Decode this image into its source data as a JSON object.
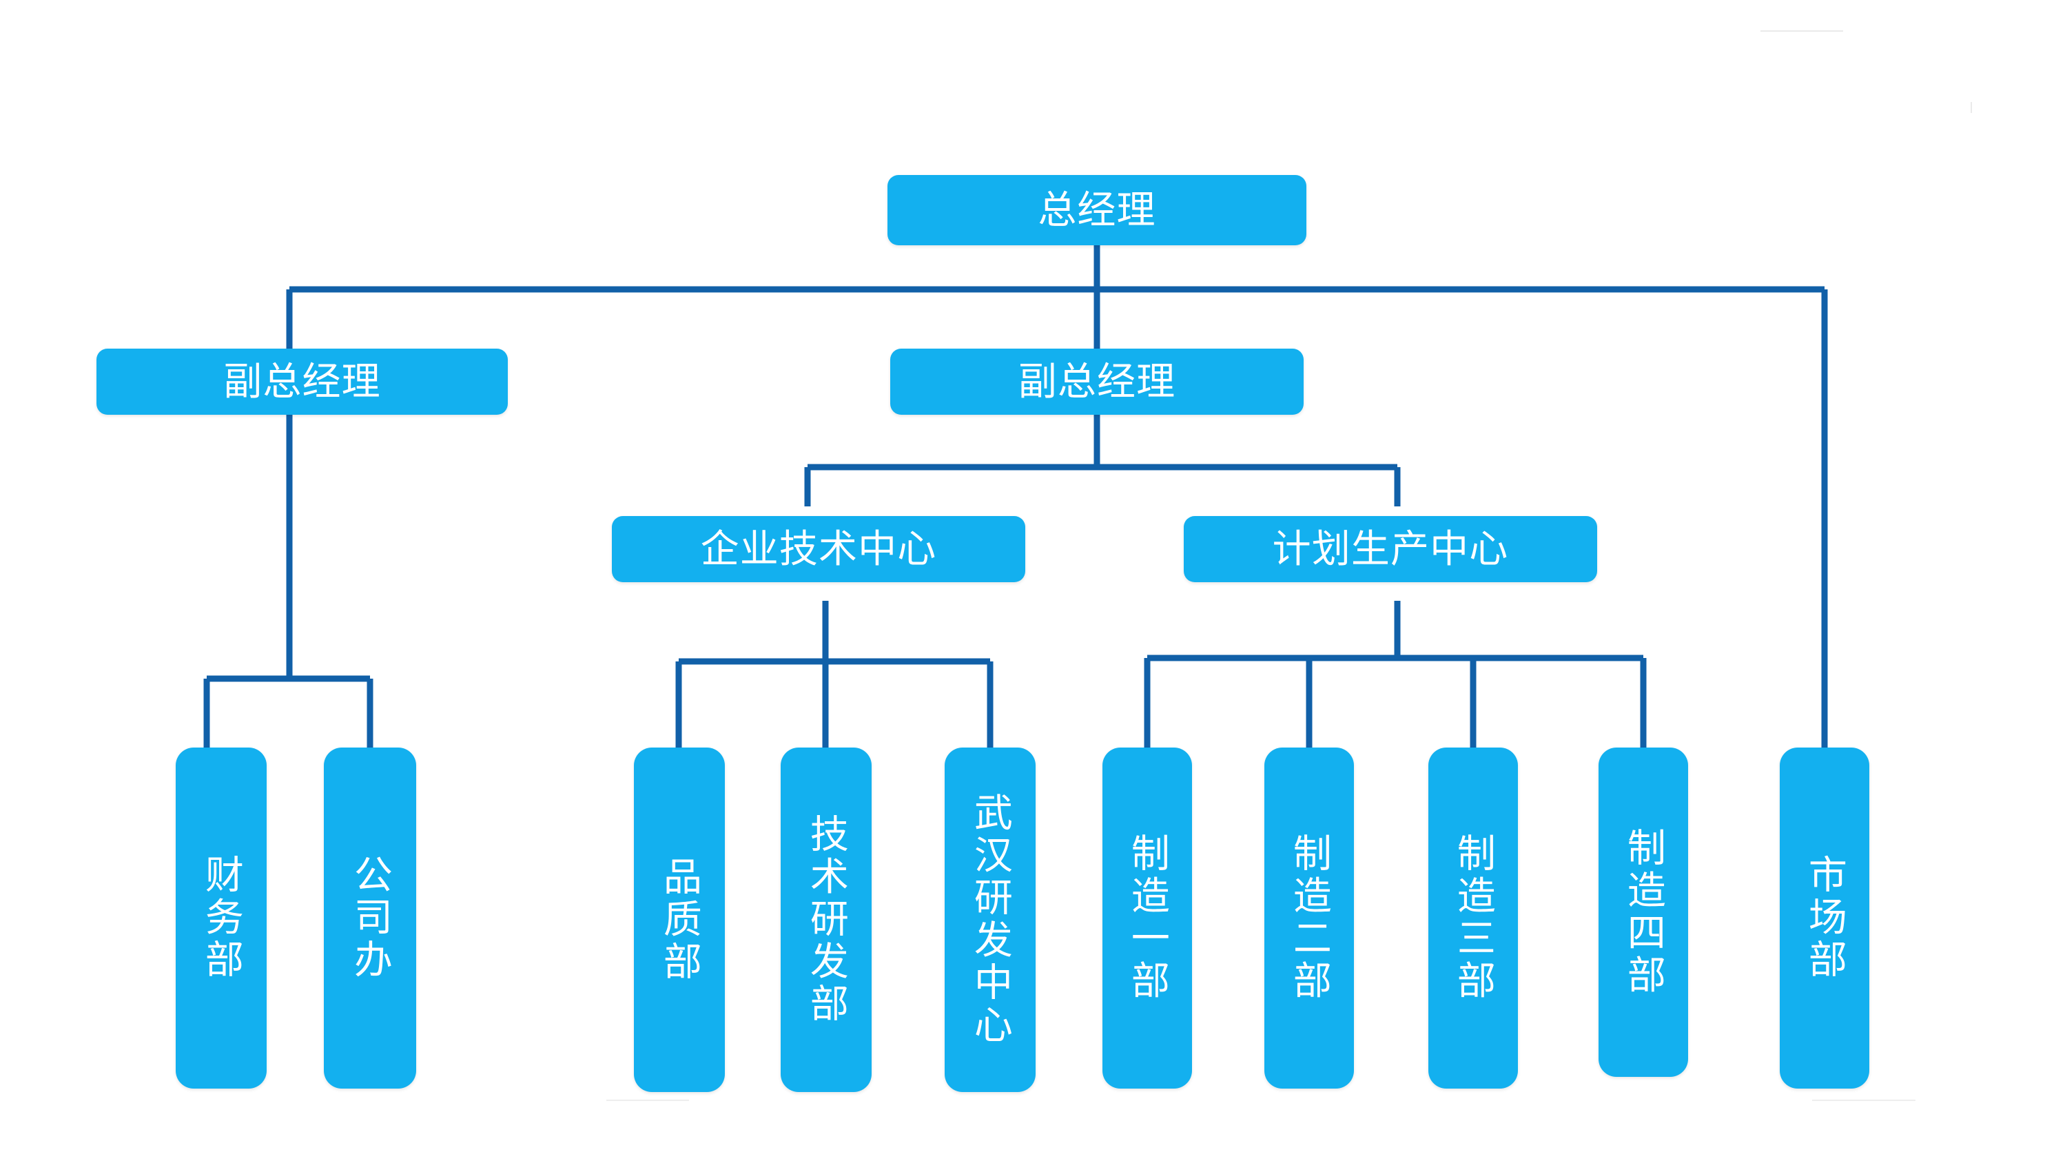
{
  "diagram": {
    "type": "organization-chart",
    "title": "",
    "colors": {
      "node_fill": "#13b0ef",
      "node_text": "#ffffff",
      "connector": "#1160a8",
      "background": "#ffffff"
    },
    "levels": [
      {
        "level": 1,
        "nodes": [
          {
            "id": "gm",
            "label": "总经理",
            "orientation": "horizontal"
          }
        ]
      },
      {
        "level": 2,
        "nodes": [
          {
            "id": "dgm_left",
            "label": "副总经理",
            "orientation": "horizontal"
          },
          {
            "id": "dgm_center",
            "label": "副总经理",
            "orientation": "horizontal"
          }
        ]
      },
      {
        "level": 3,
        "nodes": [
          {
            "id": "tech_center",
            "label": "企业技术中心",
            "orientation": "horizontal"
          },
          {
            "id": "prod_center",
            "label": "计划生产中心",
            "orientation": "horizontal"
          }
        ]
      },
      {
        "level": 4,
        "nodes": [
          {
            "id": "finance",
            "label": "财务部",
            "orientation": "vertical"
          },
          {
            "id": "company_office",
            "label": "公司办",
            "orientation": "vertical"
          },
          {
            "id": "quality",
            "label": "品质部",
            "orientation": "vertical"
          },
          {
            "id": "tech_rd",
            "label": "技术研发部",
            "orientation": "vertical"
          },
          {
            "id": "wuhan_rd",
            "label": "武汉研发中心",
            "orientation": "vertical"
          },
          {
            "id": "mfg1",
            "label": "制造一部",
            "orientation": "vertical"
          },
          {
            "id": "mfg2",
            "label": "制造二部",
            "orientation": "vertical"
          },
          {
            "id": "mfg3",
            "label": "制造三部",
            "orientation": "vertical"
          },
          {
            "id": "mfg4",
            "label": "制造四部",
            "orientation": "vertical"
          },
          {
            "id": "market",
            "label": "市场部",
            "orientation": "vertical"
          }
        ]
      }
    ],
    "edges": [
      {
        "from": "gm",
        "to": "dgm_left"
      },
      {
        "from": "gm",
        "to": "dgm_center"
      },
      {
        "from": "gm",
        "to": "market"
      },
      {
        "from": "dgm_left",
        "to": "finance"
      },
      {
        "from": "dgm_left",
        "to": "company_office"
      },
      {
        "from": "dgm_center",
        "to": "tech_center"
      },
      {
        "from": "dgm_center",
        "to": "prod_center"
      },
      {
        "from": "tech_center",
        "to": "quality"
      },
      {
        "from": "tech_center",
        "to": "tech_rd"
      },
      {
        "from": "tech_center",
        "to": "wuhan_rd"
      },
      {
        "from": "prod_center",
        "to": "mfg1"
      },
      {
        "from": "prod_center",
        "to": "mfg2"
      },
      {
        "from": "prod_center",
        "to": "mfg3"
      },
      {
        "from": "prod_center",
        "to": "mfg4"
      }
    ]
  }
}
